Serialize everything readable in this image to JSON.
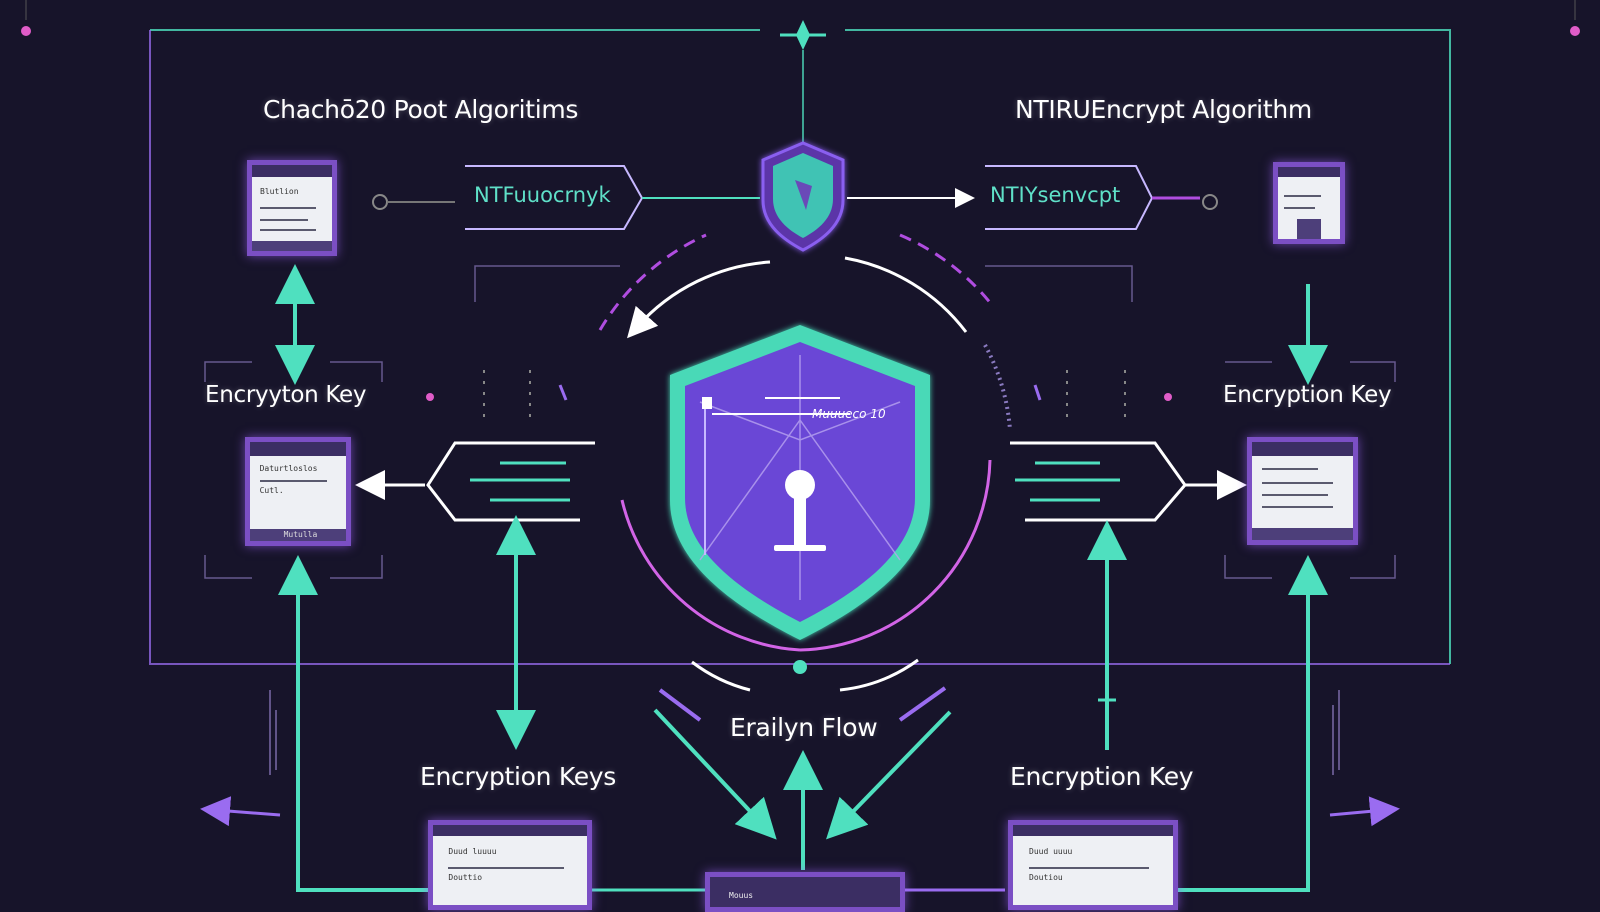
{
  "diagram": {
    "labels": {
      "left_algorithm": "Chachō20 Poot Algoritims",
      "right_algorithm": "NTIRUEncrypt Algorithm",
      "left_pill": "NTFuuocrnyk",
      "right_pill": "NTIYsenvcpt",
      "left_key": "Encryyton Key",
      "right_key": "Encryption Key",
      "center_flow": "Erailyn Flow",
      "bottom_left_key": "Encryption Keys",
      "bottom_right_key": "Encryption Key",
      "shield_caption": "Muuueco 10"
    },
    "docs": {
      "top_left": "Blutlion",
      "mid_left_1": "Daturtloslos",
      "mid_left_2": "Cutl.",
      "mid_left_footer": "Mutulla",
      "bottom_left_1": "Duud luuuu",
      "bottom_left_2": "Douttio",
      "bottom_right_1": "Duud uuuu",
      "bottom_right_2": "Doutiou",
      "bottom_center": "Mouus"
    },
    "colors": {
      "background": "#17142a",
      "teal": "#4fe0bf",
      "purple": "#7b4fc4",
      "magenta": "#d264e6",
      "white": "#ffffff"
    },
    "icons": [
      "shield-icon",
      "keyhole-icon",
      "document-icon",
      "arrow-icon"
    ]
  }
}
